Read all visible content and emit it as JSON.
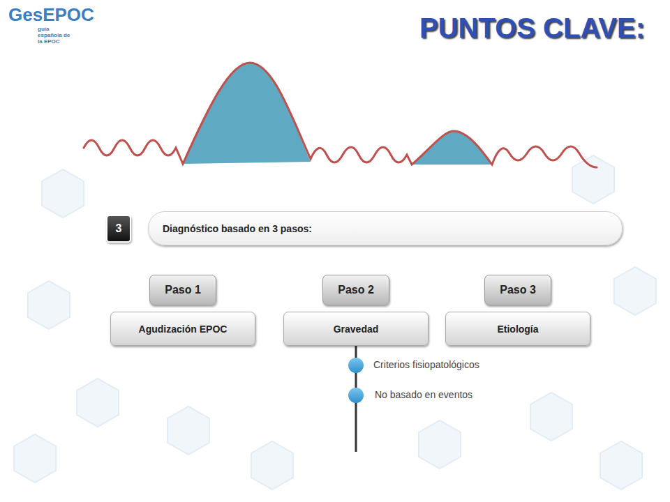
{
  "diagram": {
    "title": "PUNTOS CLAVE:",
    "nodes": [
      {
        "text": [
          "3"
        ]
      },
      {
        "text": [
          "Diagnóstico basado en 3 pasos:"
        ]
      },
      {
        "text": [
          "Paso 1"
        ]
      },
      {
        "text": [
          "Paso 2"
        ]
      },
      {
        "text": [
          "Paso 3"
        ]
      },
      {
        "text": [
          "Agudización EPOC"
        ]
      },
      {
        "text": [
          "Gravedad"
        ]
      },
      {
        "text": [
          "Etiología"
        ]
      }
    ],
    "labels": [
      "GesEPOC",
      "guía española de la EPOC",
      "Criterios fisiopatológicos",
      "No basado en eventos"
    ]
  }
}
